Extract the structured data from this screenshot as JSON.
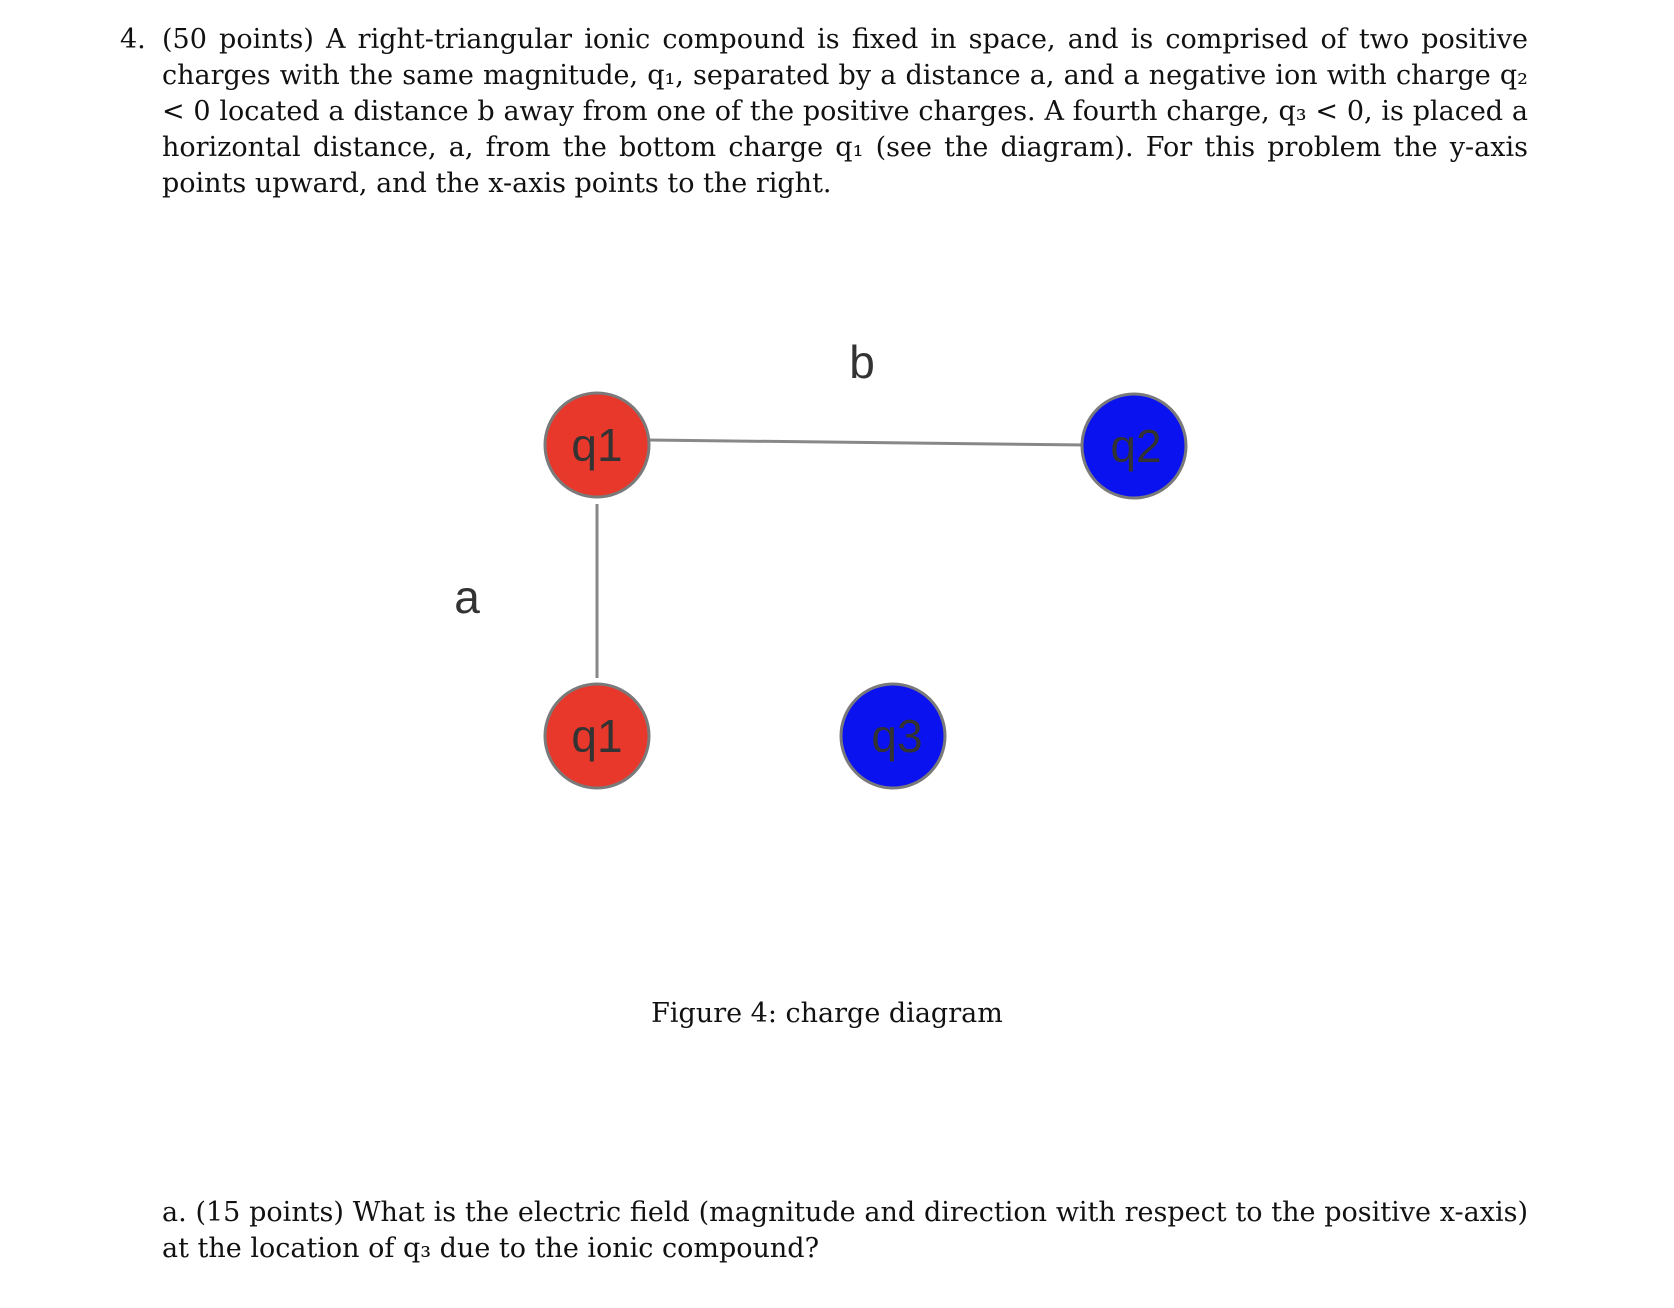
{
  "problem": {
    "number": "4.",
    "text": "(50 points) A right-triangular ionic compound is fixed in space, and is comprised of two positive charges with the same magnitude, q₁, separated by a distance a, and a negative ion with charge q₂ < 0 located a distance b away from one of the positive charges. A fourth charge, q₃ < 0, is placed a horizontal distance, a, from the bottom charge q₁ (see the diagram). For this problem the y-axis points upward, and the x-axis points to the right."
  },
  "diagram": {
    "label_a": "a",
    "label_b": "b",
    "charges": {
      "top_q1": "q1",
      "bottom_q1": "q1",
      "q2": "q2",
      "q3": "q3"
    },
    "colors": {
      "positive": "#e8372b",
      "negative": "#0a12f0",
      "bond_line": "#888888",
      "label_text": "#333333"
    }
  },
  "caption": "Figure 4: charge diagram",
  "subquestion": {
    "text": "a. (15 points) What is the electric field (magnitude and direction with respect to the positive x-axis) at the location of q₃ due to the ionic compound?"
  }
}
